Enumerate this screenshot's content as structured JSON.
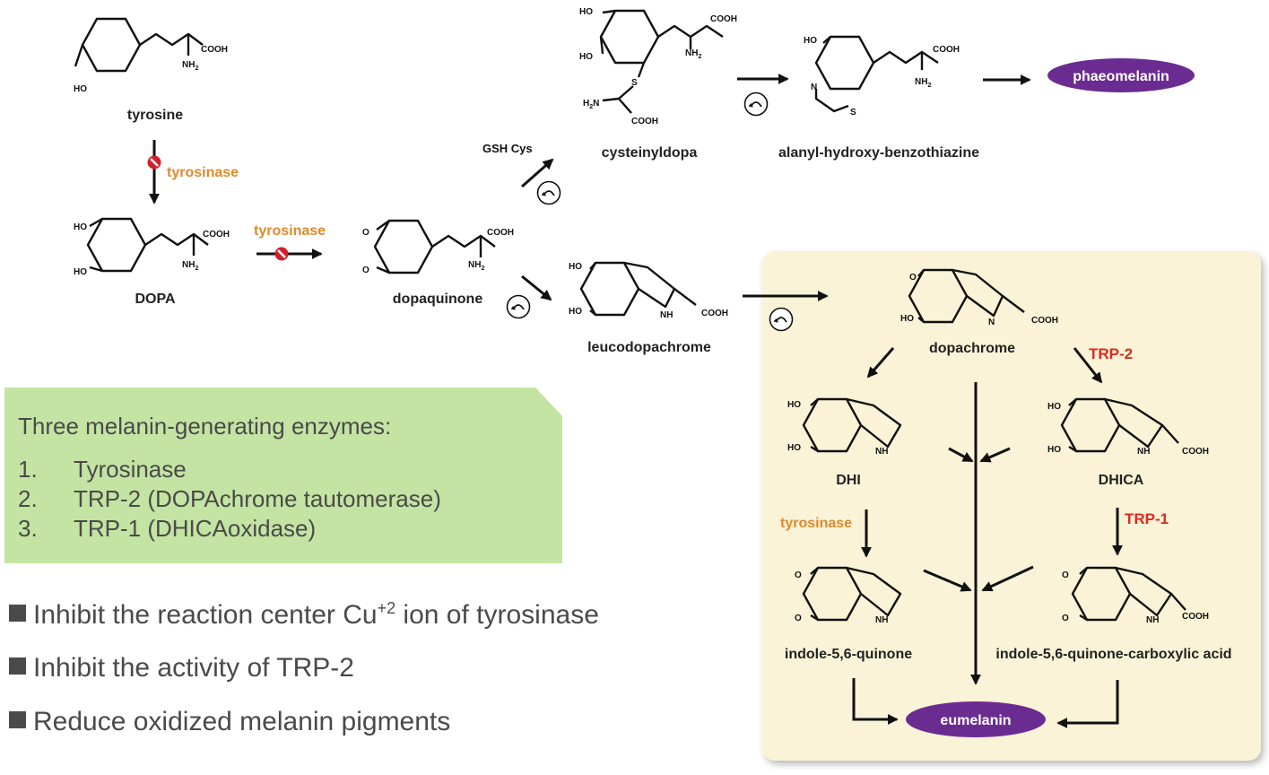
{
  "compounds": {
    "tyrosine": "tyrosine",
    "dopa": "DOPA",
    "dopaquinone": "dopaquinone",
    "cysteinyldopa": "cysteinyldopa",
    "alanyl": "alanyl-hydroxy-benzothiazine",
    "phaeomelanin": "phaeomelanin",
    "leucodopachrome": "leucodopachrome",
    "dopachrome": "dopachrome",
    "dhi": "DHI",
    "dhica": "DHICA",
    "indole_quinone": "indole-5,6-quinone",
    "indole_quinone_carboxylic": "indole-5,6-quinone-carboxylic acid",
    "eumelanin": "eumelanin"
  },
  "enzymes_on_diagram": {
    "tyrosinase": "tyrosinase",
    "trp2": "TRP-2",
    "trp1": "TRP-1",
    "gsh_cys": "GSH Cys"
  },
  "groups": {
    "ho": "HO",
    "cooh": "COOH",
    "nh2": "NH",
    "nh2_sub": "2",
    "nh": "NH",
    "s": "S",
    "n": "N",
    "h2n": "H",
    "h2n_sub": "2",
    "h2n_n": "N",
    "o": "O"
  },
  "colors": {
    "tyrosinase": "#e08a2a",
    "trp": "#e0281e",
    "melanin_pill": "#6b2c91",
    "info_box": "#c3e4a2",
    "panel": "#faf3d7",
    "inhibit_icon": "#d21f2b"
  },
  "info_box": {
    "title": "Three melanin-generating enzymes:",
    "items": [
      {
        "num": "1.",
        "text": "Tyrosinase"
      },
      {
        "num": "2.",
        "text": "TRP-2 (DOPAchrome tautomerase)"
      },
      {
        "num": "3.",
        "text": "TRP-1 (DHICAoxidase)"
      }
    ]
  },
  "bullets": [
    {
      "pre": "Inhibit the reaction center Cu",
      "sup": "+2",
      "post": " ion of tyrosinase"
    },
    {
      "pre": "Inhibit the activity of TRP-2",
      "sup": "",
      "post": ""
    },
    {
      "pre": "Reduce oxidized melanin pigments",
      "sup": "",
      "post": ""
    }
  ]
}
